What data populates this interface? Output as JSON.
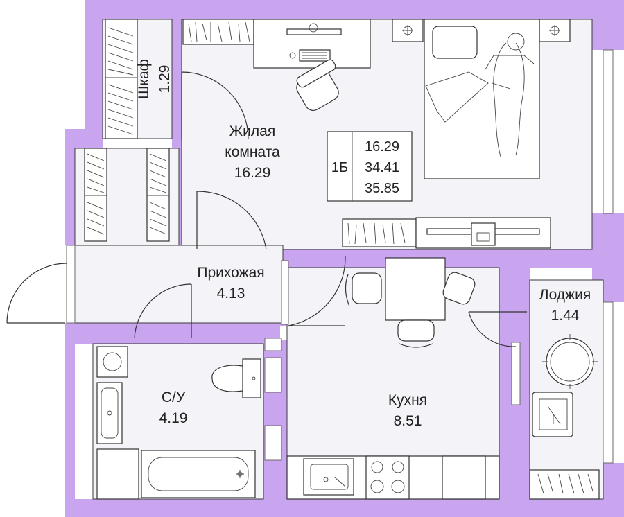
{
  "colors": {
    "wall": "#c9a5ef",
    "floor": "#f4f3f7",
    "line": "#333333"
  },
  "apartment": {
    "type": "1Б",
    "areas": [
      "16.29",
      "34.41",
      "35.85"
    ]
  },
  "rooms": {
    "living": {
      "name_line1": "Жилая",
      "name_line2": "комната",
      "area": "16.29"
    },
    "closet": {
      "name": "Шкаф",
      "area": "1.29"
    },
    "hallway": {
      "name": "Прихожая",
      "area": "4.13"
    },
    "bathroom": {
      "name": "С/У",
      "area": "4.19"
    },
    "kitchen": {
      "name": "Кухня",
      "area": "8.51"
    },
    "loggia": {
      "name": "Лоджия",
      "area": "1.44"
    }
  },
  "icons": [
    "bed-icon",
    "desk-icon",
    "chair-icon",
    "tv-stand-icon",
    "wardrobe-icon",
    "door-swing-icon",
    "bathtub-icon",
    "toilet-icon",
    "sink-icon",
    "washing-machine-icon",
    "stove-icon",
    "dining-table-icon",
    "round-table-icon",
    "armchair-icon",
    "plant-icon"
  ]
}
